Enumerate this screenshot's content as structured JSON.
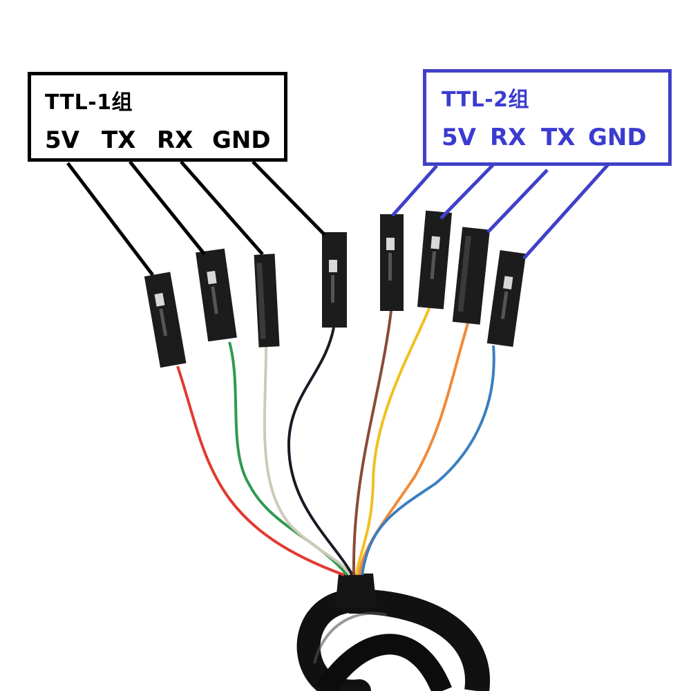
{
  "groups": [
    {
      "title": "TTL-1组",
      "color": "#000000",
      "pins": [
        {
          "label": "5V",
          "wire_color": "#e23a2e"
        },
        {
          "label": "TX",
          "wire_color": "#2e9a52"
        },
        {
          "label": "RX",
          "wire_color": "#cfcab8"
        },
        {
          "label": "GND",
          "wire_color": "#1a1a24"
        }
      ]
    },
    {
      "title": "TTL-2组",
      "color": "#3b3bd0",
      "pins": [
        {
          "label": "5V",
          "wire_color": "#8a4a36"
        },
        {
          "label": "RX",
          "wire_color": "#f0c020"
        },
        {
          "label": "TX",
          "wire_color": "#f08a3a"
        },
        {
          "label": "GND",
          "wire_color": "#3a7fc0"
        }
      ]
    }
  ],
  "cable_color": "#111111",
  "connector_color": "#1c1c1c"
}
